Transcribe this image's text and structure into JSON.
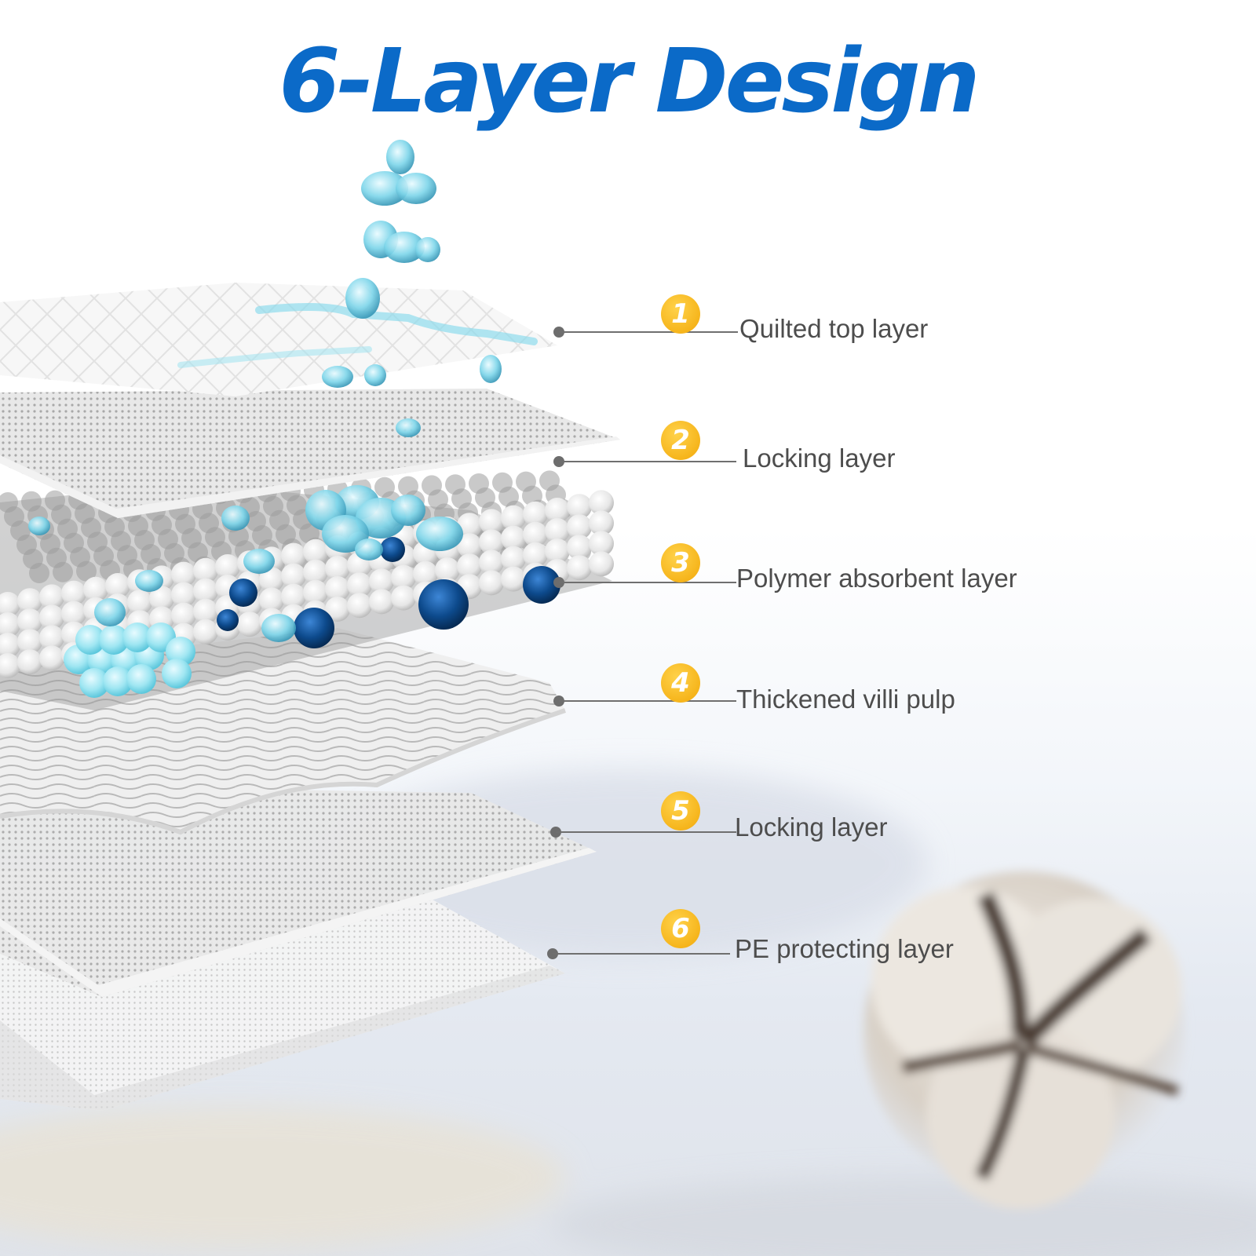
{
  "title": "6-Layer Design",
  "layers": [
    {
      "number": "1",
      "label": "Quilted top layer"
    },
    {
      "number": "2",
      "label": "Locking layer"
    },
    {
      "number": "3",
      "label": "Polymer absorbent layer"
    },
    {
      "number": "4",
      "label": "Thickened villi pulp"
    },
    {
      "number": "5",
      "label": "Locking layer"
    },
    {
      "number": "6",
      "label": "PE protecting layer"
    }
  ],
  "colors": {
    "title": "#0b6ac8",
    "badge": "#f6b51c",
    "label": "#4d4d4d",
    "leader": "#6f6f6f",
    "water": "#7fd6ea",
    "polymer_dark": "#0d4a8c"
  },
  "icons": [
    "water-drop-icon",
    "cotton-ball-icon"
  ]
}
